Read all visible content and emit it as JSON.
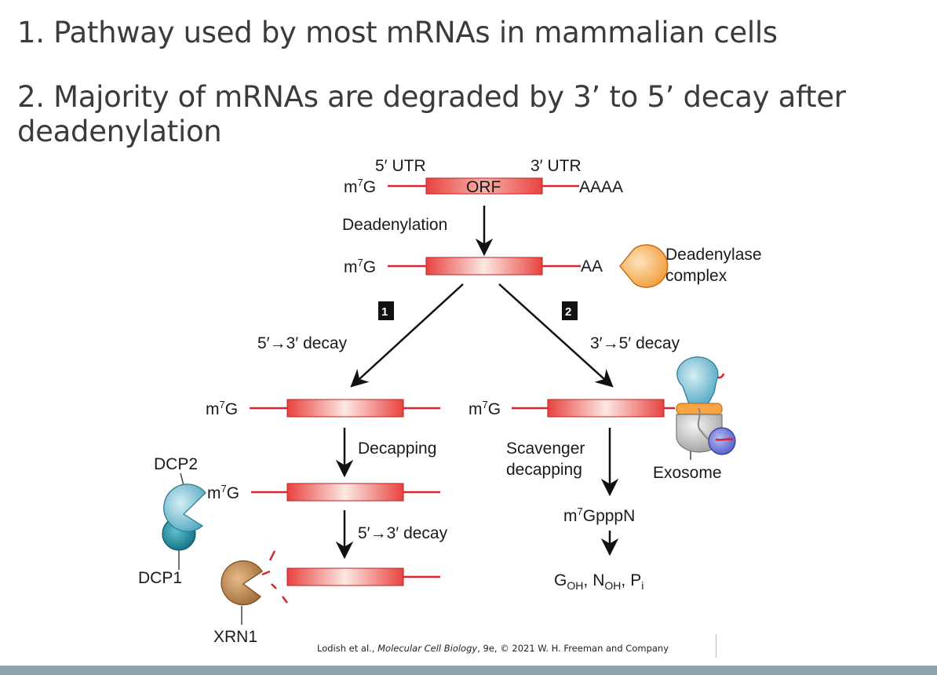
{
  "slide": {
    "line1": "1. Pathway used by most mRNAs in mammalian cells",
    "line2": "2. Majority of mRNAs are degraded by 3’ to 5’ decay after deadenylation"
  },
  "diagram": {
    "utr5": "5′ UTR",
    "utr3": "3′ UTR",
    "orf": "ORF",
    "cap": "m",
    "cap_sup": "7",
    "cap_tail": "G",
    "polya": "AAAA",
    "short_polya": "AA",
    "deadenylation": "Deadenylation",
    "deadenylase_line1": "Deadenylase",
    "deadenylase_line2": "complex",
    "step1": "1",
    "step2": "2",
    "decay_53": "5′→3′ decay",
    "decay_35": "3′→5′ decay",
    "decapping": "Decapping",
    "scavenger_line1": "Scavenger",
    "scavenger_line2": "decapping",
    "exosome": "Exosome",
    "dcp2": "DCP2",
    "dcp1": "DCP1",
    "xrn1": "XRN1",
    "m7gpppn_pre": "m",
    "m7gpppn_sup": "7",
    "m7gpppn_post": "GpppN",
    "prod_g": "G",
    "prod_n": "N",
    "prod_oh": "OH",
    "prod_p": "P",
    "prod_i": "i",
    "comma": ","
  },
  "citation": {
    "authors": "Lodish et al., ",
    "book": "Molecular Cell Biology",
    "rest": ", 9e, © 2021 W. H. Freeman and Company"
  },
  "colors": {
    "orf_fill": "#e9534f",
    "utr_line": "#d9242f",
    "text": "#3b3b3b",
    "deadenylase": "#f7a545",
    "footer": "#8fa3ad"
  }
}
